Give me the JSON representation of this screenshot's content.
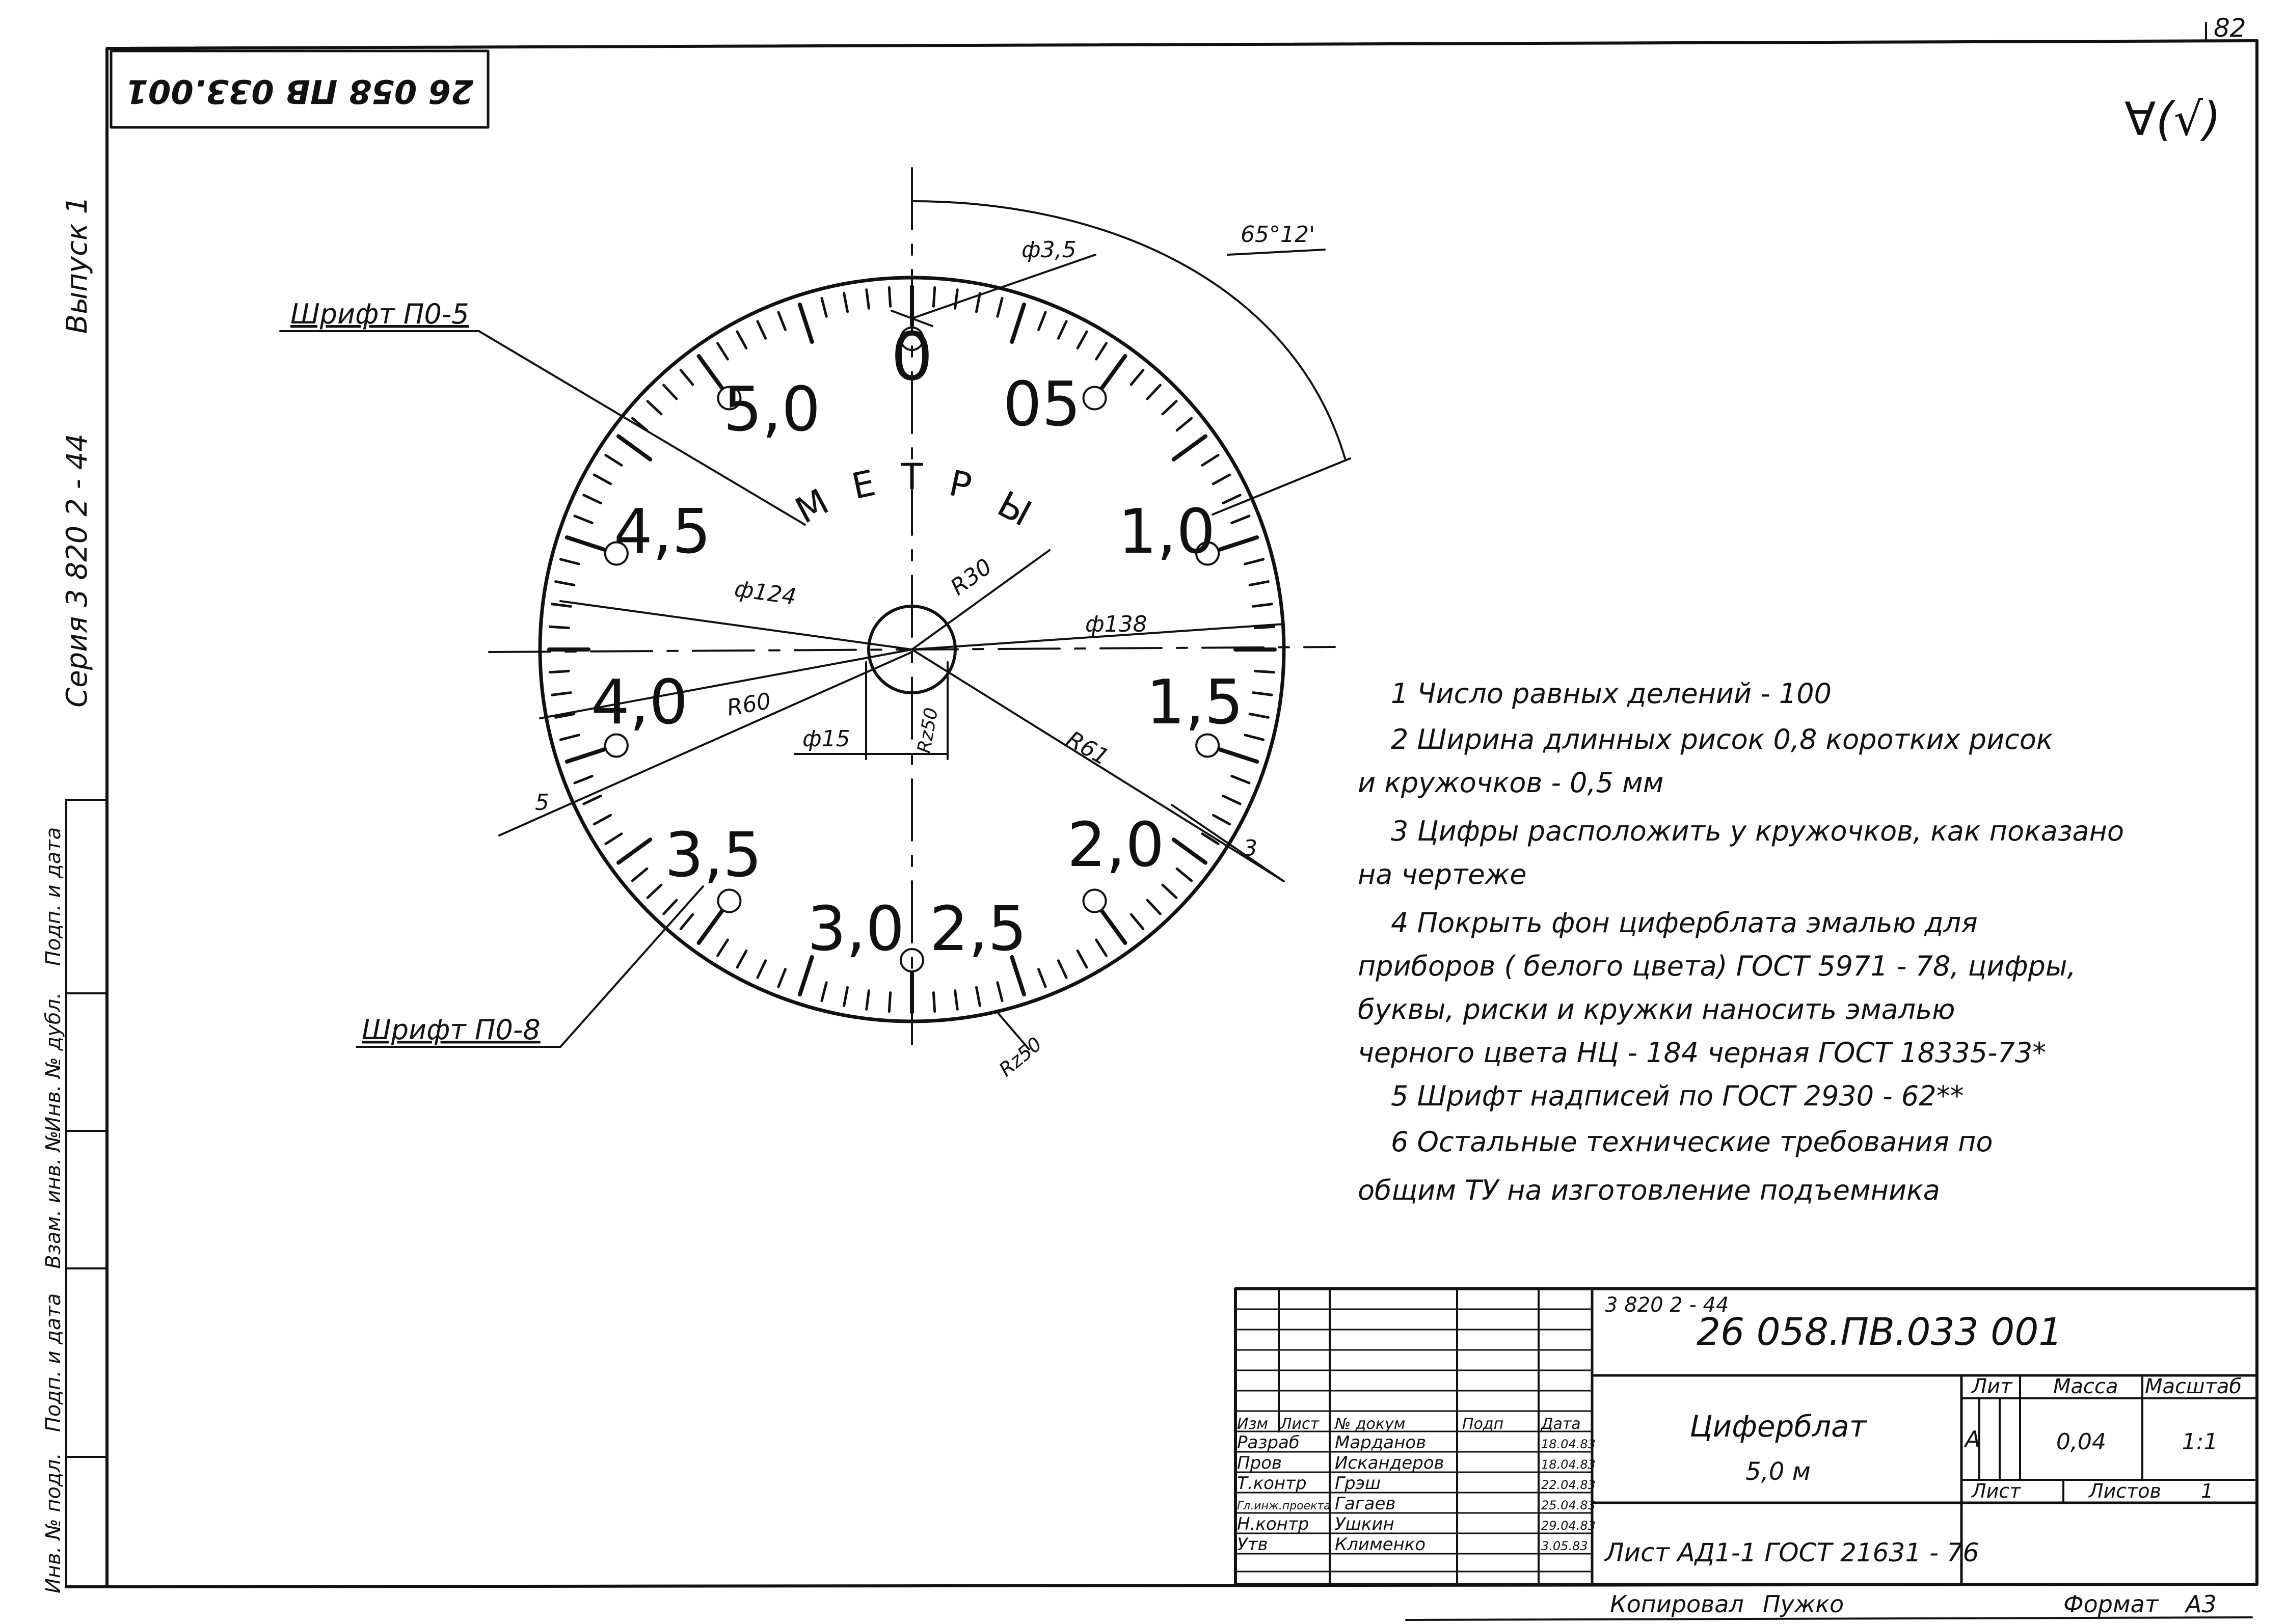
{
  "sheet": {
    "page_number": "82",
    "roughness_mark": "∀(√)",
    "stamp_code": "26 058 ПВ 033.001"
  },
  "side_strip": {
    "series": "Серия 3 820 2 - 44",
    "issue": "Выпуск 1",
    "boxes": [
      "Подп. и дата",
      "Инв. № дубл.",
      "Взам. инв. №",
      "Подп. и дата",
      "Инв. № подл."
    ]
  },
  "dial": {
    "numerals": [
      "0",
      "05",
      "1,0",
      "1,5",
      "2,0",
      "2,5",
      "3,0",
      "3,5",
      "4,0",
      "4,5",
      "5,0"
    ],
    "word": [
      "М",
      "Е",
      "Т",
      "Р",
      "Ы"
    ],
    "divisions": 100
  },
  "callouts": {
    "font_po5": "Шрифт П0-5",
    "font_po8": "Шрифт П0-8",
    "d35": "ф3,5",
    "angle": "65°12'",
    "d124": "ф124",
    "r30": "R30",
    "d138": "ф138",
    "r60": "R60",
    "d15": "ф15",
    "rz50_center": "Rz50",
    "r61": "R61",
    "rz50_rim": "Rz50",
    "sec_5": "5",
    "sec_3": "3"
  },
  "notes": [
    "1  Число равных делений - 100",
    "2  Ширина длинных рисок 0,8  коротких рисок",
    "и кружочков - 0,5 мм",
    "3  Цифры расположить у кружочков, как показано",
    "на  чертеже",
    "4  Покрыть  фон  циферблата  эмалью  для",
    "приборов ( белого цвета)  ГОСТ 5971 - 78, цифры,",
    "буквы,  риски и кружки  наносить  эмалью",
    "черного  цвета  НЦ - 184 черная  ГОСТ 18335-73*",
    "5  Шрифт  надписей  по  ГОСТ  2930 - 62**",
    "6  Остальные  технические  требования  по",
    "общим  ТУ на  изготовление  подъемника"
  ],
  "title_block": {
    "series_small": "3 820 2 - 44",
    "designation": "26 058.ПВ.033 001",
    "name": "Циферблат",
    "name_sub": "5,0 м",
    "col_headers": [
      "Изм",
      "Лист",
      "№ докум",
      "Подп",
      "Дата"
    ],
    "staff": [
      {
        "role": "Разраб",
        "name": "Марданов",
        "date": "18.04.83"
      },
      {
        "role": "Пров",
        "name": "Искандеров",
        "date": "18.04.83"
      },
      {
        "role": "Т.контр",
        "name": "Грэш",
        "date": "22.04.83"
      },
      {
        "role": "Гл.инж.проекта",
        "name": "Гагаев",
        "date": "25.04.83"
      },
      {
        "role": "Н.контр",
        "name": "Ушкин",
        "date": "29.04.83"
      },
      {
        "role": "Утв",
        "name": "Клименко",
        "date": "3.05.83"
      }
    ],
    "lit_label": "Лит",
    "mass_label": "Масса",
    "scale_label": "Масштаб",
    "lit_value": "А",
    "mass_value": "0,04",
    "scale_value": "1:1",
    "sheet_label": "Лист",
    "sheets_label": "Листов",
    "sheets_value": "1",
    "material": "Лист  АД1-1  ГОСТ 21631 - 76",
    "copied": "Копировал",
    "copier": "Пужко",
    "format_label": "Формат",
    "format_value": "А3"
  }
}
